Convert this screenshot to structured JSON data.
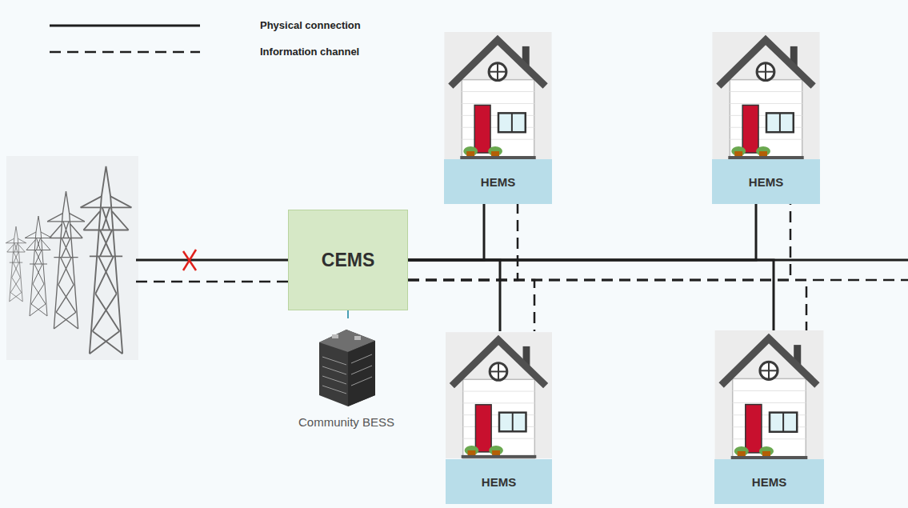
{
  "diagram": {
    "nodes": [
      {
        "text": [
          "HEMS"
        ]
      },
      {
        "text": [
          "HEMS"
        ]
      },
      {
        "text": [
          "CEMS"
        ]
      },
      {
        "text": [
          "Community BESS"
        ]
      },
      {
        "text": [
          "HEMS"
        ]
      },
      {
        "text": [
          "HEMS"
        ]
      }
    ],
    "edges": [
      {
        "from": 2,
        "to": 0,
        "arrow": "none"
      },
      {
        "from": 2,
        "to": 0,
        "arrow": "none"
      },
      {
        "from": 2,
        "to": 1,
        "arrow": "none"
      },
      {
        "from": 2,
        "to": 1,
        "arrow": "none"
      },
      {
        "from": 2,
        "to": 3,
        "arrow": "none"
      },
      {
        "from": 2,
        "to": 4,
        "arrow": "none"
      },
      {
        "from": 2,
        "to": 4,
        "arrow": "none"
      },
      {
        "from": 2,
        "to": 5,
        "arrow": "none"
      },
      {
        "from": 2,
        "to": 5,
        "arrow": "none"
      }
    ],
    "legend": [
      {
        "text": "Physical connection"
      },
      {
        "text": "Information channel"
      }
    ]
  }
}
